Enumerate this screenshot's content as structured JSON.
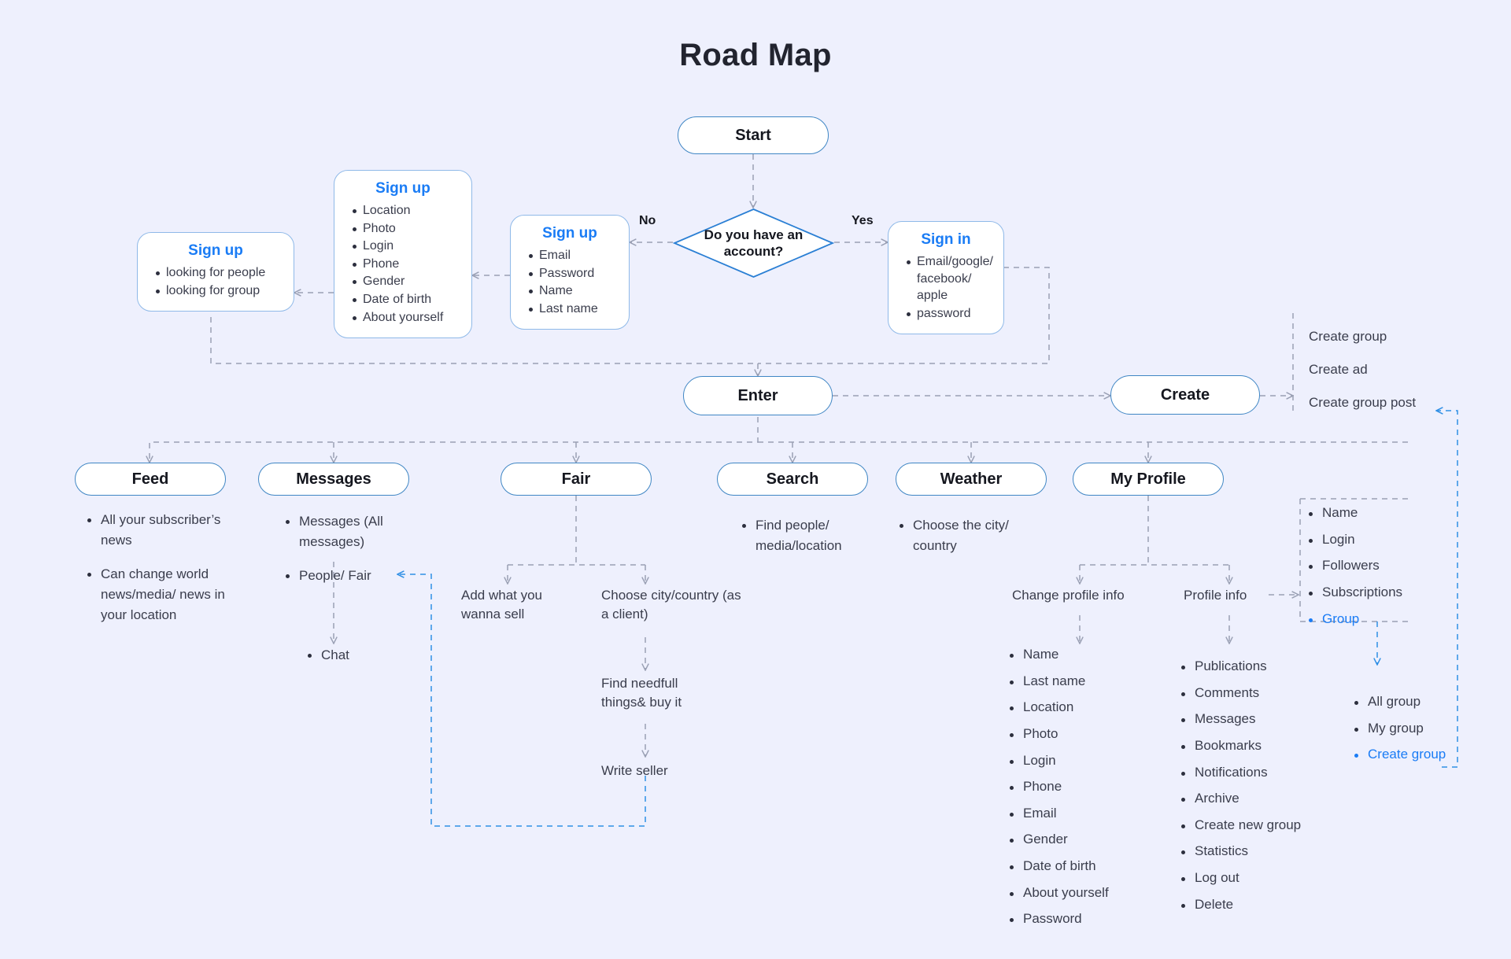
{
  "title": "Road Map",
  "colors": {
    "background": "#eef0fd",
    "node_border": "#3f86c4",
    "card_border": "#8fb9e8",
    "accent_blue": "#1a7cf5",
    "edge_gray": "#9aa0b4",
    "edge_blue": "#2f8fe5",
    "text_dark": "#2c2f3e"
  },
  "nodes": {
    "start": "Start",
    "decision": "Do you have an account?",
    "enter": "Enter",
    "create": "Create",
    "feed": "Feed",
    "messages": "Messages",
    "fair": "Fair",
    "search": "Search",
    "weather": "Weather",
    "my_profile": "My Profile"
  },
  "edge_labels": {
    "no": "No",
    "yes": "Yes"
  },
  "cards": {
    "signup_interest": {
      "title": "Sign up",
      "items": [
        "looking for people",
        "looking for group"
      ]
    },
    "signup_profile": {
      "title": "Sign up",
      "items": [
        "Location",
        "Photo",
        "Login",
        "Phone",
        "Gender",
        "Date of birth",
        "About yourself"
      ]
    },
    "signup_credentials": {
      "title": "Sign up",
      "items": [
        "Email",
        "Password",
        "Name",
        "Last name"
      ]
    },
    "signin": {
      "title": "Sign in",
      "items": [
        "Email/google/ facebook/ apple",
        "password"
      ]
    }
  },
  "create_options": [
    "Create group",
    "Create ad",
    "Create group post"
  ],
  "feed": {
    "items": [
      "All your subscriber’s news",
      "Can change world news/media/ news in your location"
    ]
  },
  "messages": {
    "items": [
      "Messages (All messages)",
      "People/ Fair"
    ],
    "chat": "Chat"
  },
  "fair": {
    "left_branch": "Add what you wanna sell",
    "right_branch": "Choose city/country (as a client)",
    "find_buy": "Find needfull things& buy it",
    "write_seller": "Write seller"
  },
  "search": {
    "items": [
      "Find people/ media/location"
    ]
  },
  "weather": {
    "items": [
      "Choose the city/ country"
    ]
  },
  "my_profile": {
    "change_profile_info": "Change profile info",
    "profile_info": "Profile info",
    "change_fields": [
      "Name",
      "Last name",
      "Location",
      "Photo",
      "Login",
      "Phone",
      "Email",
      "Gender",
      "Date of birth",
      "About yourself",
      "Password"
    ],
    "profile_actions": [
      "Publications",
      "Comments",
      "Messages",
      "Bookmarks",
      "Notifications",
      "Archive",
      "Create new group",
      "Statistics",
      "Log out",
      "Delete"
    ],
    "profile_overview": [
      "Name",
      "Login",
      "Followers",
      "Subscriptions",
      "Group"
    ],
    "group_options": [
      "All group",
      "My group",
      "Create group"
    ]
  }
}
